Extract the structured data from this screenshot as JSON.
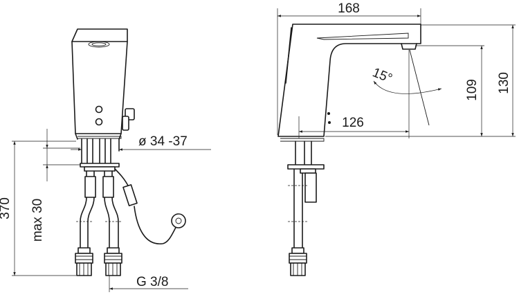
{
  "dimensions": {
    "width_total": "168",
    "height_total": "130",
    "spout_height": "109",
    "reach": "126",
    "spout_angle": "15°",
    "hole_diameter": "ø 34 -37",
    "connection_thread": "G 3/8",
    "hose_length": "370",
    "max_deck_thickness": "max 30"
  }
}
